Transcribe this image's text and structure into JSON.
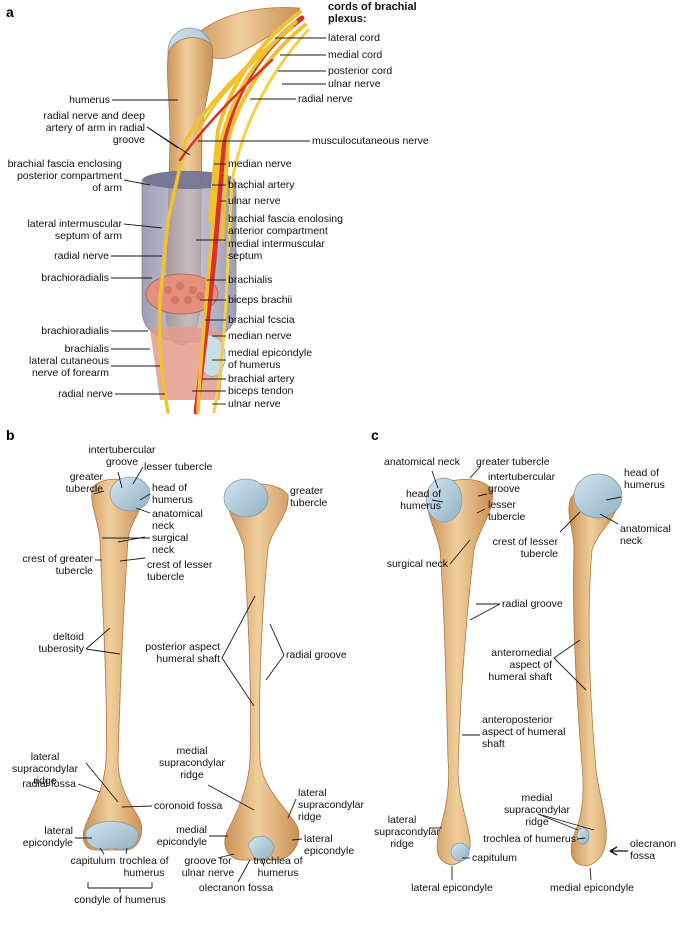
{
  "panels": {
    "a": "a",
    "b": "b",
    "c": "c"
  },
  "colors": {
    "bone": "#e3b67f",
    "bone_shadow": "#c98f55",
    "cartilage": "#a9c4d4",
    "nerve": "#f2c12e",
    "artery": "#d8322a",
    "muscle": "#e08a7a",
    "fascia": "#9a9ab4"
  },
  "a": {
    "cords_title": "cords of brachial\nplexus:",
    "lateral_cord": "lateral cord",
    "medial_cord": "medial cord",
    "posterior_cord": "posterior cord",
    "ulnar_nerve_top": "ulnar nerve",
    "radial_nerve_top": "radial nerve",
    "humerus": "humerus",
    "radial_nerve_deep_artery": "radial nerve and deep\nartery of arm in radial\ngroove",
    "musculocutaneous": "musculocutaneous nerve",
    "brachial_fascia_posterior": "brachial fascia enclosing\nposterior compartment\nof arm",
    "median_nerve": "median nerve",
    "brachial_artery": "brachial artery",
    "ulnar_nerve_mid": "ulnar nerve",
    "lateral_septum": "lateral intermuscular\nseptum of arm",
    "brachial_fascia_anterior": "brachial fascia enolosing\nanterior compartment",
    "medial_septum": "medial intermuscular\nseptum",
    "radial_nerve_mid": "radial nerve",
    "brachioradialis_1": "brachioradialis",
    "brachialis_r": "brachialis",
    "biceps_brachii": "biceps brachii",
    "brachial_fcscia": "brachial fcscia",
    "brachioradialis_2": "brachioradialis",
    "median_nerve_low": "median nerve",
    "brachialis_l": "brachialis",
    "medial_epicondyle": "medial epicondyle\nof humerus",
    "lateral_cutaneous": "lateral cutaneous\nnerve of forearm",
    "brachial_artery_low": "brachial artery",
    "radial_nerve_low": "radial nerve",
    "biceps_tendon": "biceps tendon",
    "ulnar_nerve_low": "ulnar nerve"
  },
  "b": {
    "intertubercular": "intertubercular\ngroove",
    "lesser_tubercle": "lesser tubercle",
    "greater_tubercle_l": "greater\ntubercle",
    "head_of_humerus": "head of\nhumerus",
    "greater_tubercle_r": "greater\ntubercle",
    "anatomical_neck": "anatomical\nneck",
    "surgical_neck": "surgical\nneck",
    "crest_greater": "crest of greater\ntubercle",
    "crest_lesser": "crest of lesser\ntubercle",
    "deltoid": "deltoid\ntuberosity",
    "posterior_aspect": "posterior aspect\nhumeral shaft",
    "radial_groove": "radial groove",
    "lateral_supra_l": "lateral\nsupracondylar\nridge",
    "medial_supra": "medial\nsupracondylar\nridge",
    "lateral_supra_r": "lateral\nsupracondylar\nridge",
    "radial_fossa": "radial fossa",
    "coronoid": "coronoid fossa",
    "lateral_epi_l": "lateral\nepicondyle",
    "medial_epi": "medial\nepicondyle",
    "lateral_epi_r": "lateral\nepicondyle",
    "capitulum": "capitulum",
    "trochlea_l": "trochlea of\nhumerus",
    "groove_ulnar": "groove for\nulnar nerve",
    "trochlea_r": "trochlea of\nhumerus",
    "olecranon": "olecranon fossa",
    "condyle": "condyle of humerus"
  },
  "c": {
    "anatomical_neck": "anatomical neck",
    "greater_tubercle": "greater tubercle",
    "head_l": "head of\nhumerus",
    "intertubercular": "intertubercular\ngroove",
    "lesser_tubercle": "lesser\ntubercle",
    "head_r": "head of\nhumerus",
    "anatomical_neck_r": "anatomical\nneck",
    "surgical_neck": "surgical neck",
    "crest_lesser": "crest of lesser\ntubercle",
    "radial_groove": "radial groove",
    "anteromedial": "anteromedial\naspect of\nhumeral shaft",
    "anteroposterior": "anteroposterior\naspect of humeral\nshaft",
    "medial_supra": "medial\nsupracondylar\nridge",
    "lateral_supra": "lateral\nsupracondylar\nridge",
    "trochlea": "trochlea of humerus",
    "olecranon": "olecranon\nfossa",
    "capitulum": "capitulum",
    "lateral_epi": "lateral epicondyle",
    "medial_epi": "medial epicondyle"
  }
}
